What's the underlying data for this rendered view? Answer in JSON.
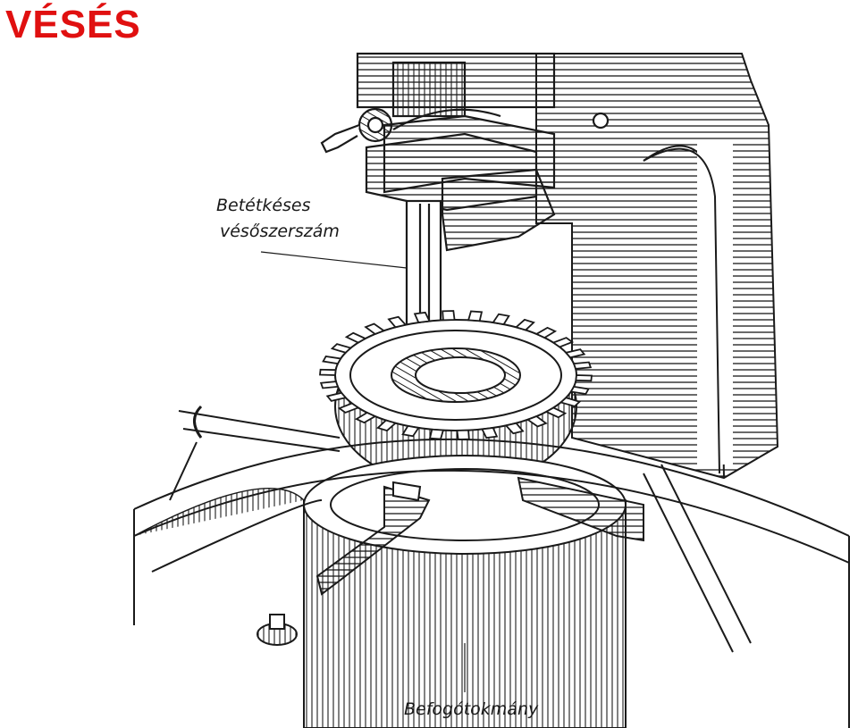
{
  "title": "VÉSÉS",
  "title_color": "#e01010",
  "ink_color": "#1a1a1a",
  "labels": {
    "tool_line1": "Betétkéses",
    "tool_line2": "vésőszerszám",
    "chuck": "Befogótokmány"
  },
  "icons": [
    "gear-icon",
    "chuck-icon",
    "tool-holder-icon"
  ]
}
